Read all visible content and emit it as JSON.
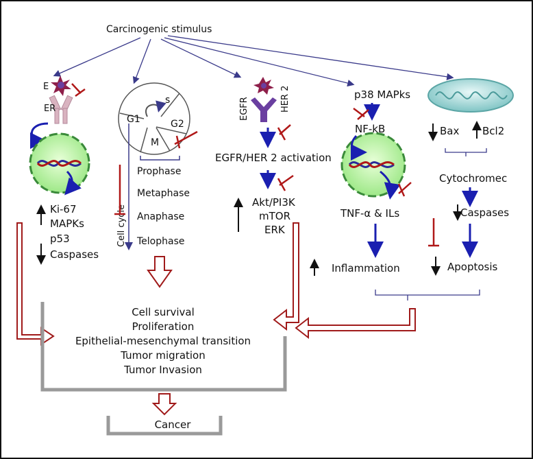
{
  "stimulus": "Carcinogenic stimulus",
  "er_pathway": {
    "ligand": "E",
    "receptor": "ER",
    "up_markers": [
      "Ki-67",
      "MAPKs",
      "p53"
    ],
    "down_markers": [
      "Caspases"
    ]
  },
  "cell_cycle": {
    "phases": [
      "G1",
      "s",
      "G2",
      "M"
    ],
    "axis_label": "Cell cycle",
    "mitosis_stages": [
      "Prophase",
      "Metaphase",
      "Anaphase",
      "Telophase"
    ]
  },
  "egfr_pathway": {
    "receptor_left": "EGFR",
    "receptor_right": "HER 2",
    "activation": "EGFR/HER 2 activation",
    "downstream": [
      "Akt/PI3K",
      "mTOR",
      "ERK"
    ]
  },
  "nfkb_pathway": {
    "kinase": "p38 MAPks",
    "factor": "NF-kB",
    "products": "TNF-α & ILs",
    "outcome": "Inflammation"
  },
  "mito_pathway": {
    "bax": "Bax",
    "bcl2": "Bcl2",
    "cytochrome": "Cytochromec",
    "caspases": "Caspases",
    "outcome": "Apoptosis"
  },
  "outcomes": [
    "Cell survival",
    "Proliferation",
    "Epithelial-mesenchymal transition",
    "Tumor migration",
    "Tumor Invasion"
  ],
  "final": "Cancer",
  "colors": {
    "blue_arrow": "#1a1fb0",
    "inhibit_red": "#b01818",
    "receptor_purple": "#6a3fa0",
    "nucleus_green": "#b6eea0",
    "mito_teal": "#9fd7d7",
    "hollow_arrow": "#a01a1a",
    "tray_gray": "#9a9a9a"
  }
}
